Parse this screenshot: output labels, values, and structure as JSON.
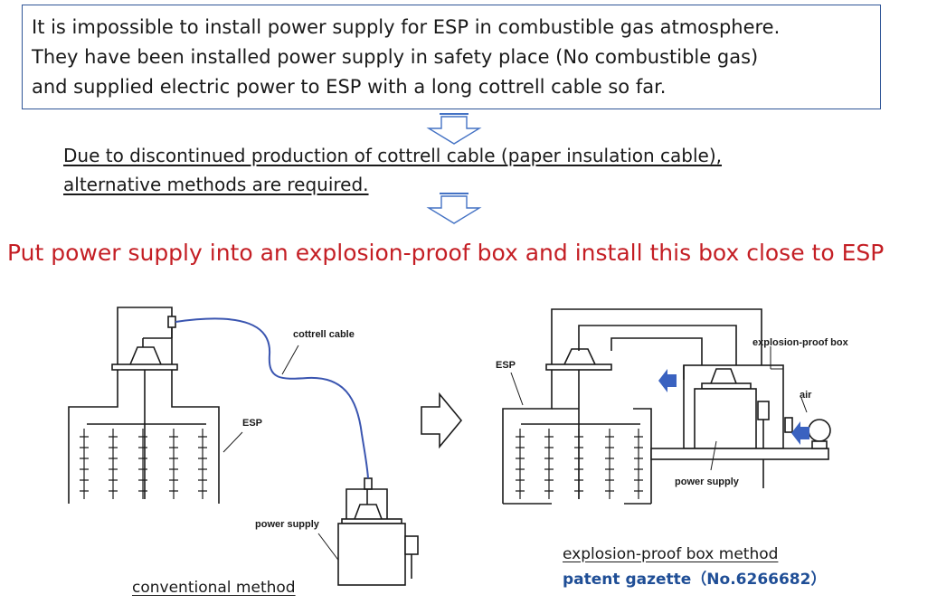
{
  "intro_box": {
    "lines": [
      "It is impossible to install power supply for ESP in combustible gas atmosphere.",
      "They have been installed power supply in safety place (No combustible gas)",
      "and supplied electric power to ESP with a long cottrell cable so far."
    ]
  },
  "note": {
    "line1": "Due to discontinued production of cottrell cable (paper insulation cable),",
    "line2": "alternative methods are required."
  },
  "headline": "Put power supply into an explosion-proof box and install this box close to ESP",
  "conventional": {
    "label_cable": "cottrell cable",
    "label_esp": "ESP",
    "label_power": "power supply",
    "caption": "conventional method"
  },
  "explosion_proof": {
    "label_esp": "ESP",
    "label_box": "explosion-proof box",
    "label_air": "air",
    "label_power": "power supply",
    "caption": "explosion-proof box method",
    "patent": "patent gazette（No.6266682）"
  },
  "colors": {
    "box_border": "#2f5597",
    "headline": "#c41e24",
    "cable": "#3a55b0",
    "arrow_fill": "#3a62c0",
    "patent": "#1f4e96"
  }
}
